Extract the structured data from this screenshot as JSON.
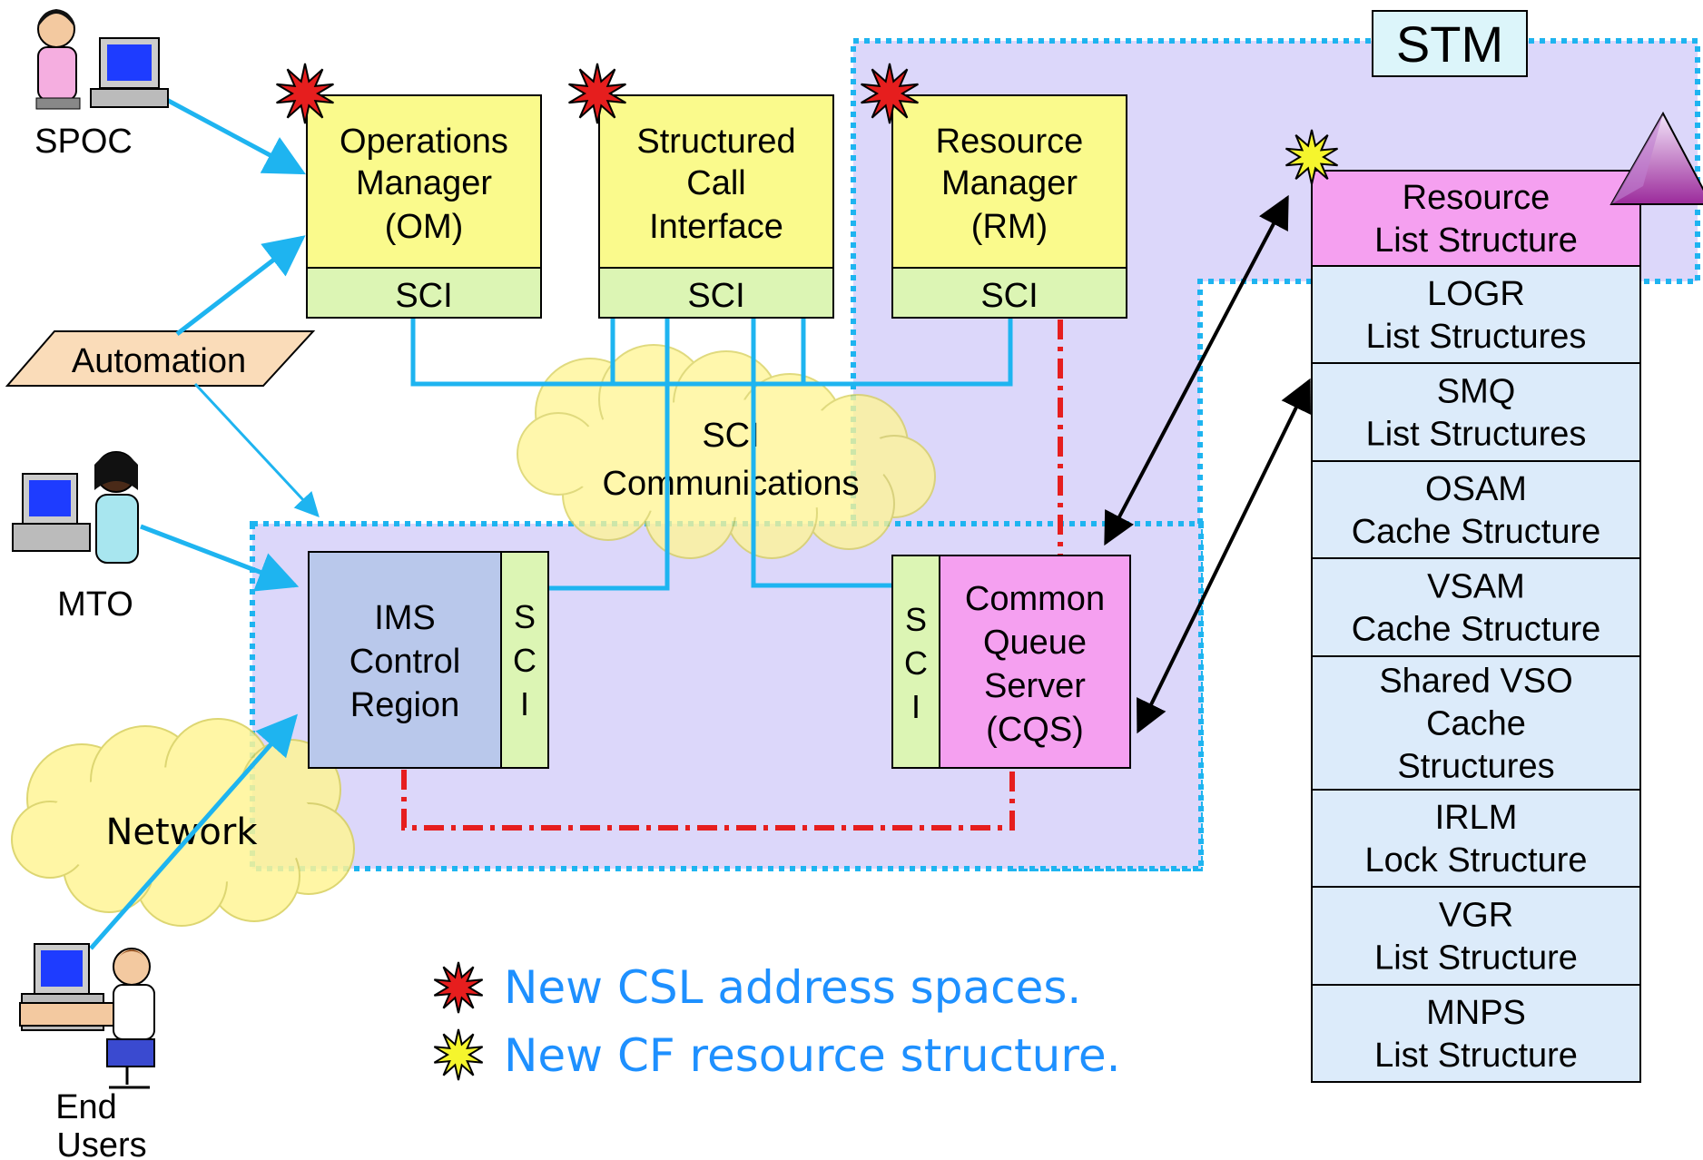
{
  "diagram": {
    "stm_label": "STM",
    "users": {
      "spoc": "SPOC",
      "mto": "MTO",
      "end_users_line1": "End",
      "end_users_line2": "Users"
    },
    "automation": "Automation",
    "network": "Network",
    "om": {
      "line1": "Operations",
      "line2": "Manager",
      "line3": "(OM)",
      "sci": "SCI"
    },
    "sci_box": {
      "line1": "Structured",
      "line2": "Call",
      "line3": "Interface",
      "sci": "SCI"
    },
    "rm": {
      "line1": "Resource",
      "line2": "Manager",
      "line3": "(RM)",
      "sci": "SCI"
    },
    "sci_comm": {
      "line1": "SCI",
      "line2": "Communications"
    },
    "ims": {
      "line1": "IMS",
      "line2": "Control",
      "line3": "Region",
      "sci": [
        "S",
        "C",
        "I"
      ]
    },
    "cqs": {
      "line1": "Common",
      "line2": "Queue",
      "line3": "Server",
      "line4": "(CQS)",
      "sci": [
        "S",
        "C",
        "I"
      ]
    },
    "structures": [
      {
        "lines": [
          "Resource",
          "List Structure"
        ],
        "highlight": true
      },
      {
        "lines": [
          "LOGR",
          "List Structures"
        ]
      },
      {
        "lines": [
          "SMQ",
          "List Structures"
        ]
      },
      {
        "lines": [
          "OSAM",
          "Cache Structure"
        ]
      },
      {
        "lines": [
          "VSAM",
          "Cache Structure"
        ]
      },
      {
        "lines": [
          "Shared VSO",
          "Cache",
          "Structures"
        ]
      },
      {
        "lines": [
          "IRLM",
          "Lock Structure"
        ]
      },
      {
        "lines": [
          "VGR",
          "List Structure"
        ]
      },
      {
        "lines": [
          "MNPS",
          "List Structure"
        ]
      }
    ],
    "legend": {
      "red": "New CSL address spaces.",
      "yellow": "New CF resource structure."
    },
    "colors": {
      "yellow_box": "#fafa8c",
      "sci_band": "#dcf5b4",
      "pink": "#f5a0f0",
      "light_blue_box": "#dcebfa",
      "ims_box": "#b9c8eb",
      "region": "#dcd7fa",
      "blue_line": "#1eb4f0",
      "red_line": "#e61e1e",
      "star_red": "#e61e1e",
      "star_yellow": "#f5f52d",
      "cloud": "#fff596",
      "automation_fill": "#fadcb9",
      "legend_text": "#1e90ff"
    }
  }
}
